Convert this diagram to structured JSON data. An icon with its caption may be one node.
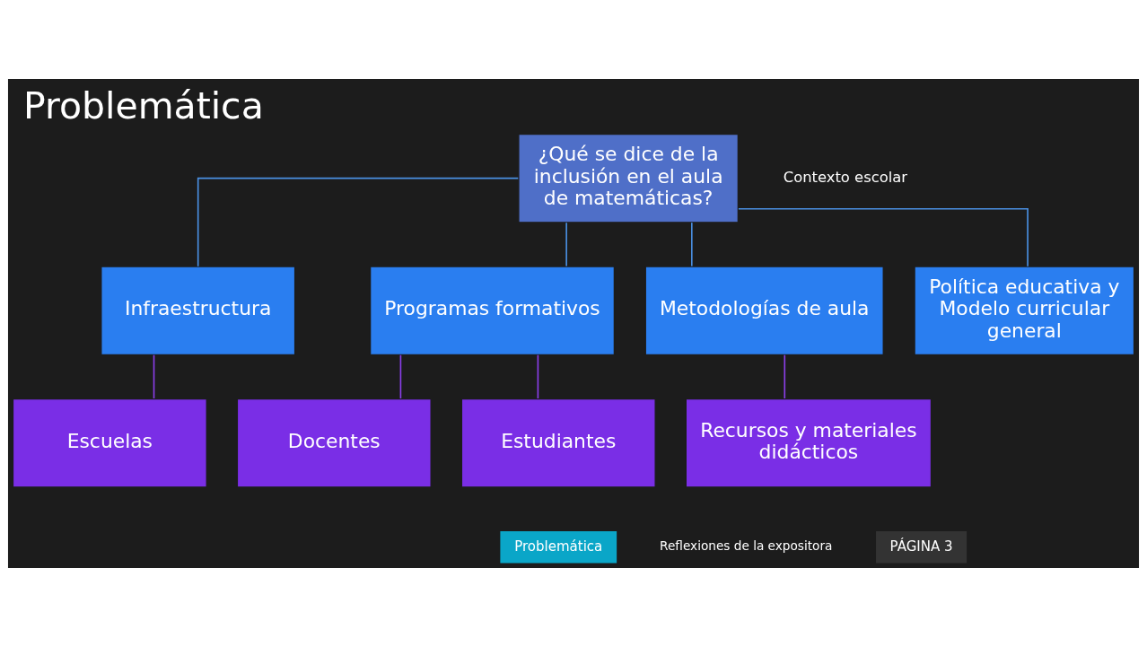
{
  "diagram": {
    "title": "Problemática",
    "nodes": [
      {
        "text": [
          "¿Qué se dice de la inclusión en el aula de matemáticas?"
        ]
      },
      {
        "text": [
          "Infraestructura"
        ]
      },
      {
        "text": [
          "Programas formativos"
        ]
      },
      {
        "text": [
          "Metodologías de aula"
        ]
      },
      {
        "text": [
          "Política educativa y Modelo curricular general"
        ]
      },
      {
        "text": [
          "Escuelas"
        ]
      },
      {
        "text": [
          "Docentes"
        ]
      },
      {
        "text": [
          "Estudiantes"
        ]
      },
      {
        "text": [
          "Recursos y materiales didácticos"
        ]
      }
    ],
    "edges": [
      {
        "from": 0,
        "to": 1,
        "arrow": "none",
        "color": "#4a90e2"
      },
      {
        "from": 0,
        "to": 2,
        "arrow": "none",
        "color": "#4a90e2"
      },
      {
        "from": 0,
        "to": 3,
        "arrow": "none",
        "color": "#4a90e2"
      },
      {
        "from": 0,
        "to": 4,
        "arrow": "none",
        "color": "#4a90e2"
      },
      {
        "from": 1,
        "to": 5,
        "arrow": "none",
        "color": "#8a3ee8"
      },
      {
        "from": 2,
        "to": 6,
        "arrow": "none",
        "color": "#8a3ee8"
      },
      {
        "from": 2,
        "to": 7,
        "arrow": "none",
        "color": "#8a3ee8"
      },
      {
        "from": 3,
        "to": 8,
        "arrow": "none",
        "color": "#8a3ee8"
      }
    ],
    "labels": [
      "Contexto escolar",
      "Problemática",
      "Reflexiones de la expositora",
      "PÁGINA 3"
    ]
  }
}
